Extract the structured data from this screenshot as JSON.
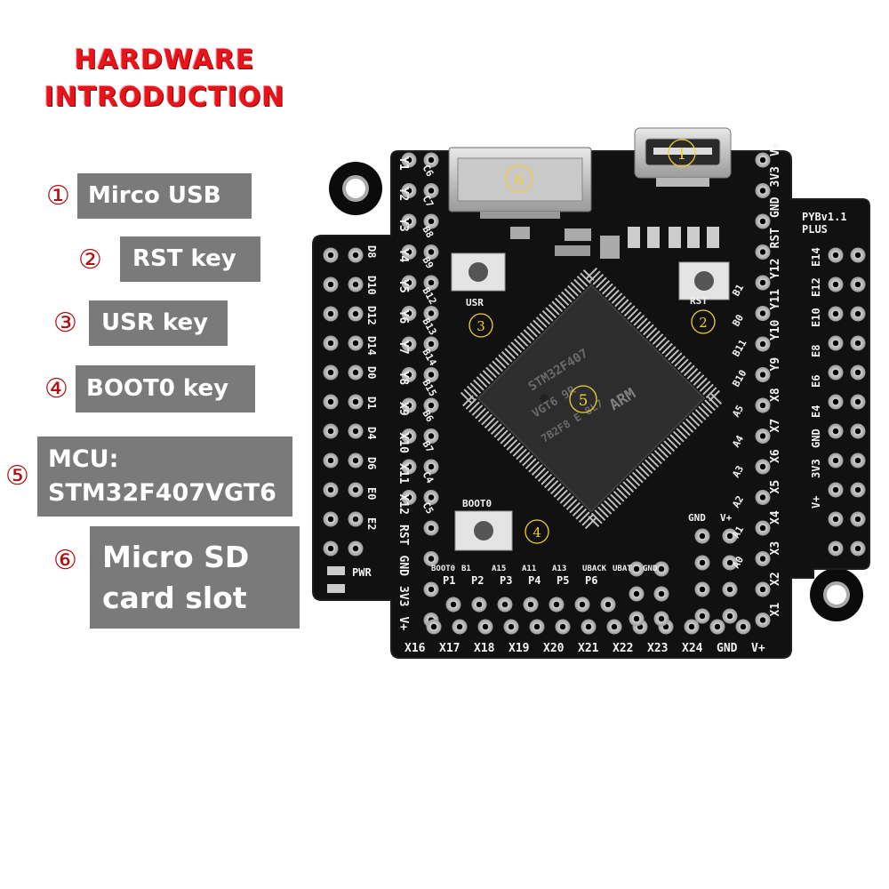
{
  "heading": {
    "line1": "HARDWARE",
    "line2": "INTRODUCTION"
  },
  "legend": [
    {
      "num": "①",
      "label": "Mirco USB"
    },
    {
      "num": "②",
      "label": "RST key"
    },
    {
      "num": "③",
      "label": "USR key"
    },
    {
      "num": "④",
      "label": "BOOT0 key"
    },
    {
      "num": "⑤",
      "label_line1": "MCU:",
      "label_line2": "STM32F407VGT6"
    },
    {
      "num": "⑥",
      "label_line1": "Micro SD",
      "label_line2": "card slot"
    }
  ],
  "board": {
    "model": "PYBv1.1",
    "model_suffix": "PLUS",
    "chip_lines": [
      "STM32F407",
      "VGT6 9R",
      "7B2F8 E 8L7"
    ],
    "chip_logo": "ARM",
    "buttons": {
      "usr": "USR",
      "rst": "RST",
      "boot": "BOOT0"
    },
    "pwr_label": "PWR",
    "left_header_labels": [
      "Y1",
      "Y2",
      "Y3",
      "Y4",
      "Y5",
      "Y6",
      "Y7",
      "Y8",
      "X9",
      "X10",
      "X11",
      "X12",
      "RST",
      "GND",
      "3V3",
      "V+"
    ],
    "inner_left_labels": [
      "C6",
      "C7",
      "B8",
      "B9",
      "B12",
      "B13",
      "B14",
      "B15",
      "B6",
      "B7",
      "C4",
      "C5"
    ],
    "far_left_labels": [
      "D8",
      "D10",
      "D12",
      "D14",
      "D0",
      "D1",
      "D4",
      "D6",
      "E0",
      "E2"
    ],
    "right_header_labels": [
      "V+",
      "3V3",
      "GND",
      "RST",
      "Y12",
      "Y11",
      "Y10",
      "Y9",
      "X8",
      "X7",
      "X6",
      "X5",
      "X4",
      "X3",
      "X2",
      "X1"
    ],
    "far_right_labels": [
      "E14",
      "E12",
      "E10",
      "E8",
      "E6",
      "E4",
      "GND",
      "3V3",
      "V+"
    ],
    "inner_right_labels": [
      "B1",
      "B0",
      "B11",
      "B10",
      "A5",
      "A4",
      "A3",
      "A2",
      "A1",
      "A0"
    ],
    "bottom_labels": [
      "X16",
      "X17",
      "X18",
      "X19",
      "X20",
      "X21",
      "X22",
      "X23",
      "X24",
      "GND",
      "V+"
    ],
    "bottom_inner_labels": [
      "BOOT0",
      "B1",
      "A15",
      "A11",
      "A13",
      "UBACK",
      "UBAT",
      "GND"
    ],
    "p_labels": [
      "P1",
      "P2",
      "P3",
      "P4",
      "P5",
      "P6"
    ],
    "right_small_labels": [
      "GND",
      "V+"
    ],
    "markers": [
      "①",
      "②",
      "③",
      "④",
      "⑤",
      "⑥"
    ]
  }
}
